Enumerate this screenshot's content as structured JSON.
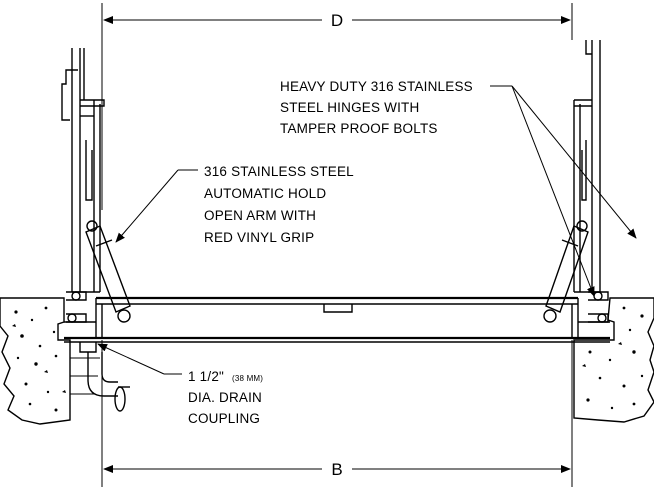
{
  "dimensions": {
    "top": "D",
    "bottom": "B"
  },
  "notes": {
    "hinges": [
      "HEAVY DUTY 316 STAINLESS",
      "STEEL HINGES WITH",
      "TAMPER PROOF BOLTS"
    ],
    "arm": [
      "316 STAINLESS STEEL",
      "AUTOMATIC HOLD",
      "OPEN ARM WITH",
      "RED VINYL GRIP"
    ],
    "drain": {
      "size": "1 1/2\"",
      "metric": "(38 MM)",
      "line2": "DIA. DRAIN",
      "line3": "COUPLING"
    }
  }
}
